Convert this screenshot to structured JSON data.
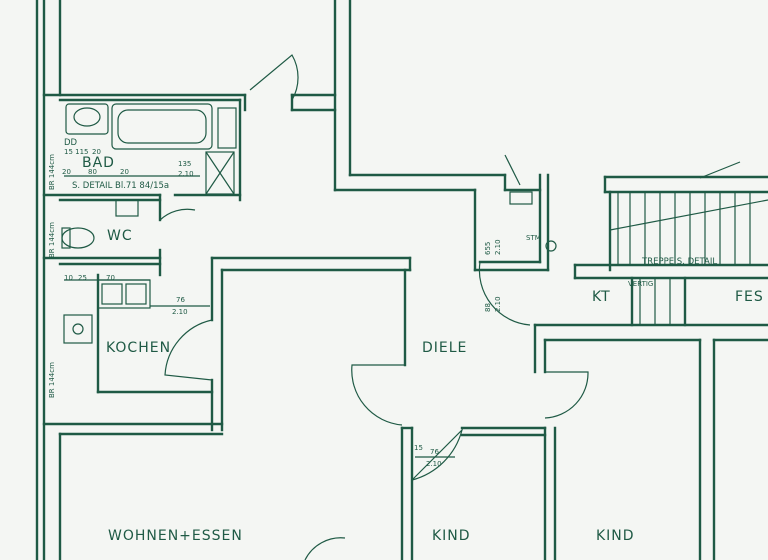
{
  "colors": {
    "ink": "#1f5a45",
    "paper": "#f4f6f3"
  },
  "rooms": {
    "bad": "BAD",
    "wc": "WC",
    "kochen": "KOCHEN",
    "diele": "DIELE",
    "wohnen": "WOHNEN+ESSEN",
    "kind1": "KIND",
    "kind2": "KIND",
    "kt": "KT",
    "fes": "FES"
  },
  "notes": {
    "detail": "S. DETAIL Bl.71 84/15a",
    "treppe": "TREPPE S. DETAIL",
    "vertig": "VERTIG",
    "br1": "BR 144cm",
    "br2": "BR 144cm",
    "br3": "BR 144cm",
    "dd": "DD",
    "dd_val": "15 115"
  },
  "dims": {
    "bath_w": "80",
    "bath_20a": "20",
    "bath_20b": "20",
    "bath_20c": "20",
    "bath_door_top": "135",
    "bath_door_bot": "2.10",
    "wc_70": "70",
    "wc_10": "10",
    "wc_25": "25",
    "kitchen_top": "76",
    "kitchen_bot": "2.10",
    "hall_top": "88",
    "hall_bot": "2.10",
    "closet_a": "655",
    "closet_b": "2.10",
    "kind_top": "76",
    "kind_bot": "2.10",
    "kind_15": "15",
    "stm": "STM"
  }
}
